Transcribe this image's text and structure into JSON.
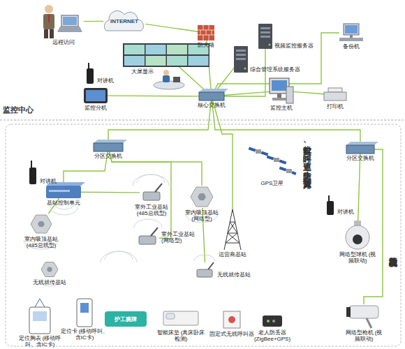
{
  "diagram": {
    "nodes": [
      {
        "text": [
          "远程访问"
        ]
      },
      {
        "text": [
          "INTERNET"
        ]
      },
      {
        "text": [
          "防火墙"
        ]
      },
      {
        "text": [
          "视频监控服务器"
        ]
      },
      {
        "text": [
          "综合管理系统服务器"
        ]
      },
      {
        "text": [
          "备份机"
        ]
      },
      {
        "text": [
          "对讲机"
        ]
      },
      {
        "text": [
          "大屏显示"
        ]
      },
      {
        "text": [
          "监控分机"
        ]
      },
      {
        "text": [
          "核心交换机"
        ]
      },
      {
        "text": [
          "监控主机"
        ]
      },
      {
        "text": [
          "打印机"
        ]
      },
      {
        "text": [
          "分区交换机"
        ]
      },
      {
        "text": [
          "对讲机"
        ]
      },
      {
        "text": [
          "基站控制单元"
        ]
      },
      {
        "text": [
          "室外工业基站 (485总线型)"
        ]
      },
      {
        "text": [
          "室内吸顶基站 (网络型)"
        ]
      },
      {
        "text": [
          "室内吸顶基站 (485总线型)"
        ]
      },
      {
        "text": [
          "室外工业基站 (网络型)"
        ]
      },
      {
        "text": [
          "无线就传基站"
        ]
      },
      {
        "text": [
          "GPS卫星"
        ]
      },
      {
        "text": [
          "运营商基站"
        ]
      },
      {
        "text": [
          "无线就传基站"
        ]
      },
      {
        "text": [
          "分区交换机"
        ]
      },
      {
        "text": [
          "对讲机"
        ]
      },
      {
        "text": [
          "网络型球机 (视频联动)"
        ]
      },
      {
        "text": [
          "网络型枪机 (视频联动)"
        ]
      },
      {
        "text": [
          "定位胸表 (移动呼叫、含IC卡)"
        ]
      },
      {
        "text": [
          "定位卡 (移动呼叫、含IC卡)"
        ]
      },
      {
        "text": [
          "护工腕牌"
        ]
      },
      {
        "text": [
          "智能床垫 (离床卧床检测)"
        ]
      },
      {
        "text": [
          "固定式无线呼叫器"
        ]
      },
      {
        "text": [
          "老人防丢器 (ZigBee+GPS)"
        ]
      }
    ],
    "edges": [
      {
        "from": 0,
        "to": 1,
        "arrow": "none"
      },
      {
        "from": 1,
        "to": 2,
        "arrow": "none"
      },
      {
        "from": 2,
        "to": 9,
        "arrow": "none"
      },
      {
        "from": 9,
        "to": 3,
        "arrow": "none"
      },
      {
        "from": 9,
        "to": 4,
        "arrow": "none"
      },
      {
        "from": 9,
        "to": 5,
        "arrow": "none"
      },
      {
        "from": 9,
        "to": 7,
        "arrow": "none"
      },
      {
        "from": 9,
        "to": 8,
        "arrow": "none"
      },
      {
        "from": 9,
        "to": 10,
        "arrow": "none"
      },
      {
        "from": 10,
        "to": 11,
        "arrow": "none"
      },
      {
        "from": 9,
        "to": 12,
        "arrow": "none"
      },
      {
        "from": 9,
        "to": 23,
        "arrow": "none"
      },
      {
        "from": 9,
        "to": 21,
        "arrow": "none"
      },
      {
        "from": 12,
        "to": 14,
        "arrow": "none"
      },
      {
        "from": 12,
        "to": 16,
        "arrow": "none"
      },
      {
        "from": 12,
        "to": 18,
        "arrow": "none"
      },
      {
        "from": 14,
        "to": 15,
        "arrow": "none"
      },
      {
        "from": 14,
        "to": 17,
        "arrow": "none"
      },
      {
        "from": 16,
        "to": 22,
        "arrow": "none"
      },
      {
        "from": 23,
        "to": 25,
        "arrow": "none"
      },
      {
        "from": 23,
        "to": 26,
        "arrow": "none"
      }
    ],
    "labels": [
      "监控中心",
      "实时定位、呼叫、巡更、防走失、离床报警",
      "视频监控及联动"
    ]
  }
}
